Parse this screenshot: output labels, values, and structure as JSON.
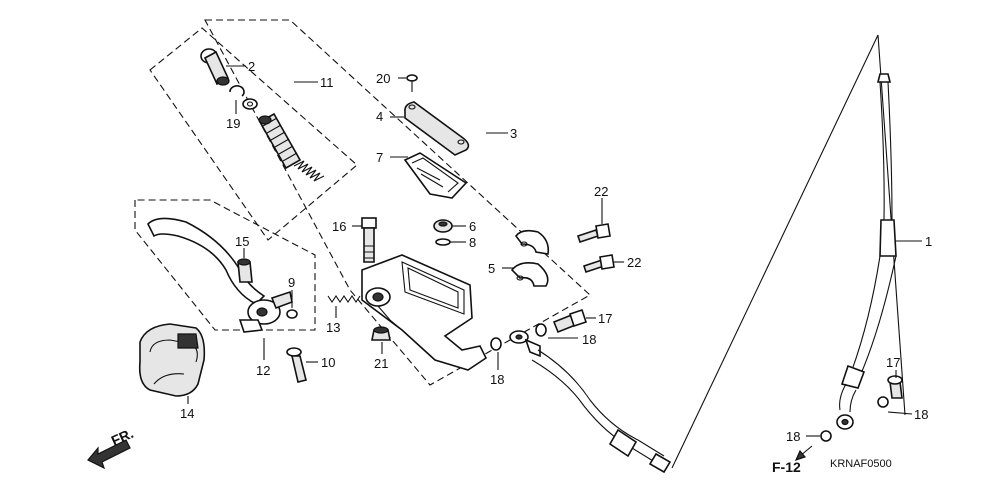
{
  "callouts": {
    "c1": "1",
    "c2": "2",
    "c3": "3",
    "c4": "4",
    "c5": "5",
    "c6": "6",
    "c7": "7",
    "c8": "8",
    "c9": "9",
    "c10": "10",
    "c11": "11",
    "c12": "12",
    "c13": "13",
    "c14": "14",
    "c15": "15",
    "c16": "16",
    "c17a": "17",
    "c17b": "17",
    "c18a": "18",
    "c18b": "18",
    "c18c": "18",
    "c18d": "18",
    "c19": "19",
    "c20": "20",
    "c21": "21",
    "c22a": "22",
    "c22b": "22"
  },
  "front_label": "FR.",
  "ref_label": "F-12",
  "diagram_code": "KRNAF0500"
}
